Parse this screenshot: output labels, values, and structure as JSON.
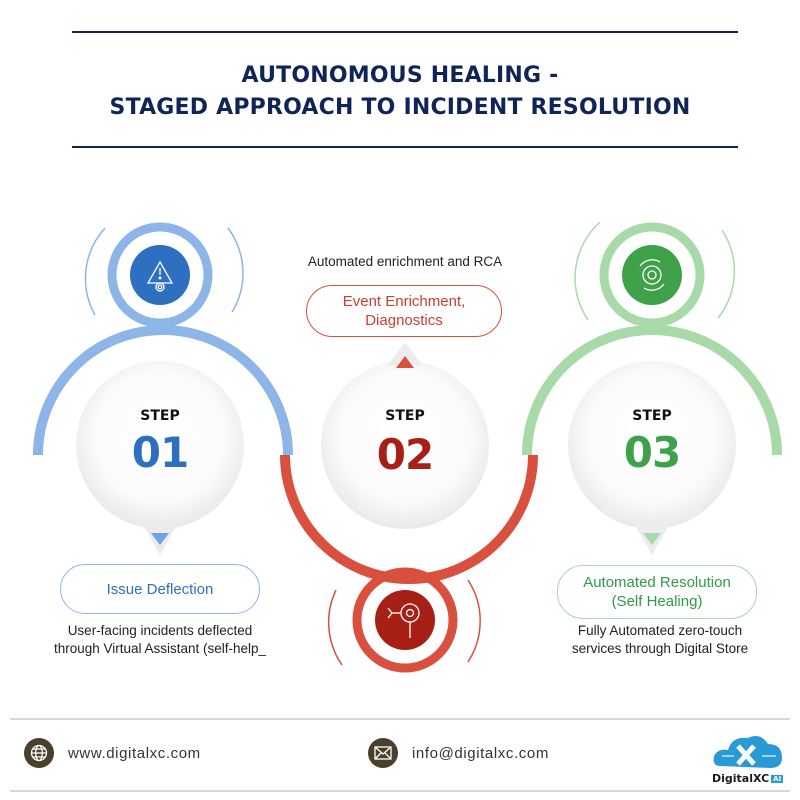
{
  "header": {
    "title_line1": "AUTONOMOUS  HEALING -",
    "title_line2": "STAGED APPROACH TO INCIDENT RESOLUTION"
  },
  "steps": [
    {
      "label": "STEP",
      "number": "01",
      "title": "Issue Deflection",
      "caption_line1": "User-facing incidents deflected",
      "caption_line2": "through Virtual Assistant (self-help_",
      "icon": "warning-gear-icon",
      "color": "#2f6fbf",
      "ring_color": "#8db5e8"
    },
    {
      "label": "STEP",
      "number": "02",
      "title_line1": "Event Enrichment,",
      "title_line2": "Diagnostics",
      "caption": "Automated enrichment and RCA",
      "icon": "gear-magnifier-icon",
      "color": "#a82015",
      "ring_color": "#d9503f"
    },
    {
      "label": "STEP",
      "number": "03",
      "title_line1": "Automated Resolution",
      "title_line2": "(Self Healing)",
      "caption_line1": "Fully Automated zero-touch",
      "caption_line2": "services through Digital Store",
      "icon": "gear-cycle-icon",
      "color": "#3fa14a",
      "ring_color": "#a8d9a8"
    }
  ],
  "footer": {
    "website": "www.digitalxc.com",
    "email": "info@digitalxc.com",
    "logo_text": "DigitalXC",
    "logo_badge": "AI"
  }
}
